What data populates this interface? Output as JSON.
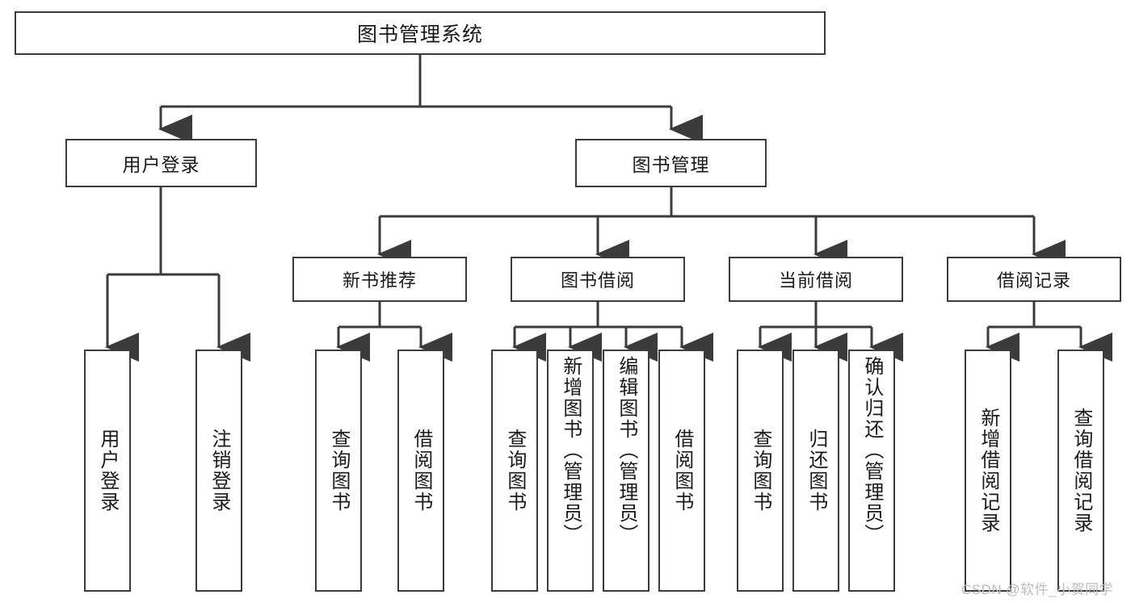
{
  "diagram": {
    "title": "图书管理系统",
    "type": "tree-hierarchy-chart",
    "root": {
      "label": "图书管理系统"
    },
    "level2": [
      {
        "label": "用户登录"
      },
      {
        "label": "图书管理"
      }
    ],
    "level3": [
      {
        "label": "新书推荐"
      },
      {
        "label": "图书借阅"
      },
      {
        "label": "当前借阅"
      },
      {
        "label": "借阅记录"
      }
    ],
    "leaves": {
      "user_login": [
        {
          "label": "用户登录"
        },
        {
          "label": "注销登录"
        }
      ],
      "new_book_recommend": [
        {
          "label": "查询图书"
        },
        {
          "label": "借阅图书"
        }
      ],
      "book_borrow": [
        {
          "label": "查询图书"
        },
        {
          "label": "新增图书（管理员）"
        },
        {
          "label": "编辑图书（管理员）"
        },
        {
          "label": "借阅图书"
        }
      ],
      "current_borrow": [
        {
          "label": "查询图书"
        },
        {
          "label": "归还图书"
        },
        {
          "label": "确认归还（管理员）"
        }
      ],
      "borrow_record": [
        {
          "label": "新增借阅记录"
        },
        {
          "label": "查询借阅记录"
        }
      ]
    }
  },
  "watermark": {
    "text": "CSDN @软件_小贺同学"
  },
  "colors": {
    "box_border": "#3b3b3b",
    "box_fill": "#ffffff",
    "line": "#3b3b3b",
    "text": "#1a1a1a",
    "watermark": "#bdbdbd",
    "background": "#ffffff"
  }
}
